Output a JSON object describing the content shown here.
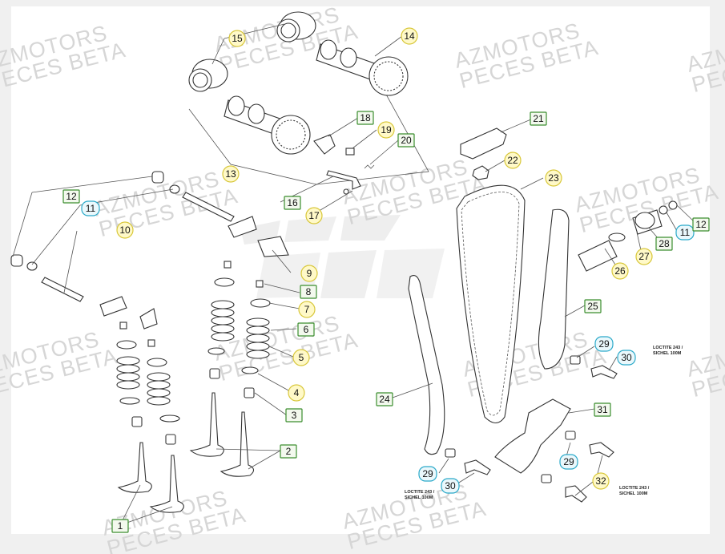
{
  "watermarks": [
    {
      "line1": "AZMOTORS",
      "line2": "PECES BETA"
    },
    {
      "line1": "AZMOTORS",
      "line2": "PECES BETA"
    },
    {
      "line1": "AZMOTORS",
      "line2": "PECES BETA"
    },
    {
      "line1": "AZMOTORS",
      "line2": "PECES BETA"
    },
    {
      "line1": "AZMOTORS",
      "line2": "PECES BETA"
    },
    {
      "line1": "AZMOTORS",
      "line2": "PECES BETA"
    },
    {
      "line1": "AZMOTORS",
      "line2": "PECES BETA"
    },
    {
      "line1": "AZMOTORS",
      "line2": "PECES BETA"
    },
    {
      "line1": "AZMOTORS",
      "line2": "PECES BETA"
    },
    {
      "line1": "AZMOTORS",
      "line2": "PECES BETA"
    },
    {
      "line1": "AZMOTORS",
      "line2": "PECES BETA"
    },
    {
      "line1": "AZMOTORS",
      "line2": "PECES BETA"
    },
    {
      "line1": "AZMOTORS",
      "line2": "PECES BETA"
    }
  ],
  "notes": {
    "right_line1": "LOCTITE 243 /",
    "right_line2": "SICHEL 100M",
    "bottom_line1": "LOCTITE 243 /",
    "bottom_line2": "SICHEL 100M",
    "lower_right_line1": "LOCTITE 243 /",
    "lower_right_line2": "SICHEL 100M"
  },
  "colors": {
    "yellow_fill": "#fff9c8",
    "yellow_stroke": "#d8c73a",
    "green_stroke": "#3b8e2e",
    "green_fill": "#f3f9ee",
    "cyan_stroke": "#2aa9c9",
    "cyan_fill": "#eaf8fc"
  },
  "callouts": [
    {
      "label": "1",
      "style": "green"
    },
    {
      "label": "2",
      "style": "green"
    },
    {
      "label": "3",
      "style": "green"
    },
    {
      "label": "4",
      "style": "yellow"
    },
    {
      "label": "5",
      "style": "yellow"
    },
    {
      "label": "6",
      "style": "green"
    },
    {
      "label": "7",
      "style": "yellow"
    },
    {
      "label": "8",
      "style": "green"
    },
    {
      "label": "9",
      "style": "yellow"
    },
    {
      "label": "10",
      "style": "yellow"
    },
    {
      "label": "11",
      "style": "cyan"
    },
    {
      "label": "12",
      "style": "green"
    },
    {
      "label": "13",
      "style": "yellow"
    },
    {
      "label": "14",
      "style": "yellow"
    },
    {
      "label": "15",
      "style": "yellow"
    },
    {
      "label": "16",
      "style": "green"
    },
    {
      "label": "17",
      "style": "yellow"
    },
    {
      "label": "18",
      "style": "green"
    },
    {
      "label": "19",
      "style": "yellow"
    },
    {
      "label": "20",
      "style": "green"
    },
    {
      "label": "21",
      "style": "green"
    },
    {
      "label": "22",
      "style": "yellow"
    },
    {
      "label": "23",
      "style": "yellow"
    },
    {
      "label": "24",
      "style": "green"
    },
    {
      "label": "25",
      "style": "green"
    },
    {
      "label": "26",
      "style": "yellow"
    },
    {
      "label": "27",
      "style": "yellow"
    },
    {
      "label": "28",
      "style": "green"
    },
    {
      "label": "11",
      "style": "cyan"
    },
    {
      "label": "12",
      "style": "green"
    },
    {
      "label": "29",
      "style": "cyan"
    },
    {
      "label": "30",
      "style": "cyan"
    },
    {
      "label": "29",
      "style": "cyan"
    },
    {
      "label": "30",
      "style": "cyan"
    },
    {
      "label": "31",
      "style": "green"
    },
    {
      "label": "29",
      "style": "cyan"
    },
    {
      "label": "32",
      "style": "yellow"
    }
  ]
}
